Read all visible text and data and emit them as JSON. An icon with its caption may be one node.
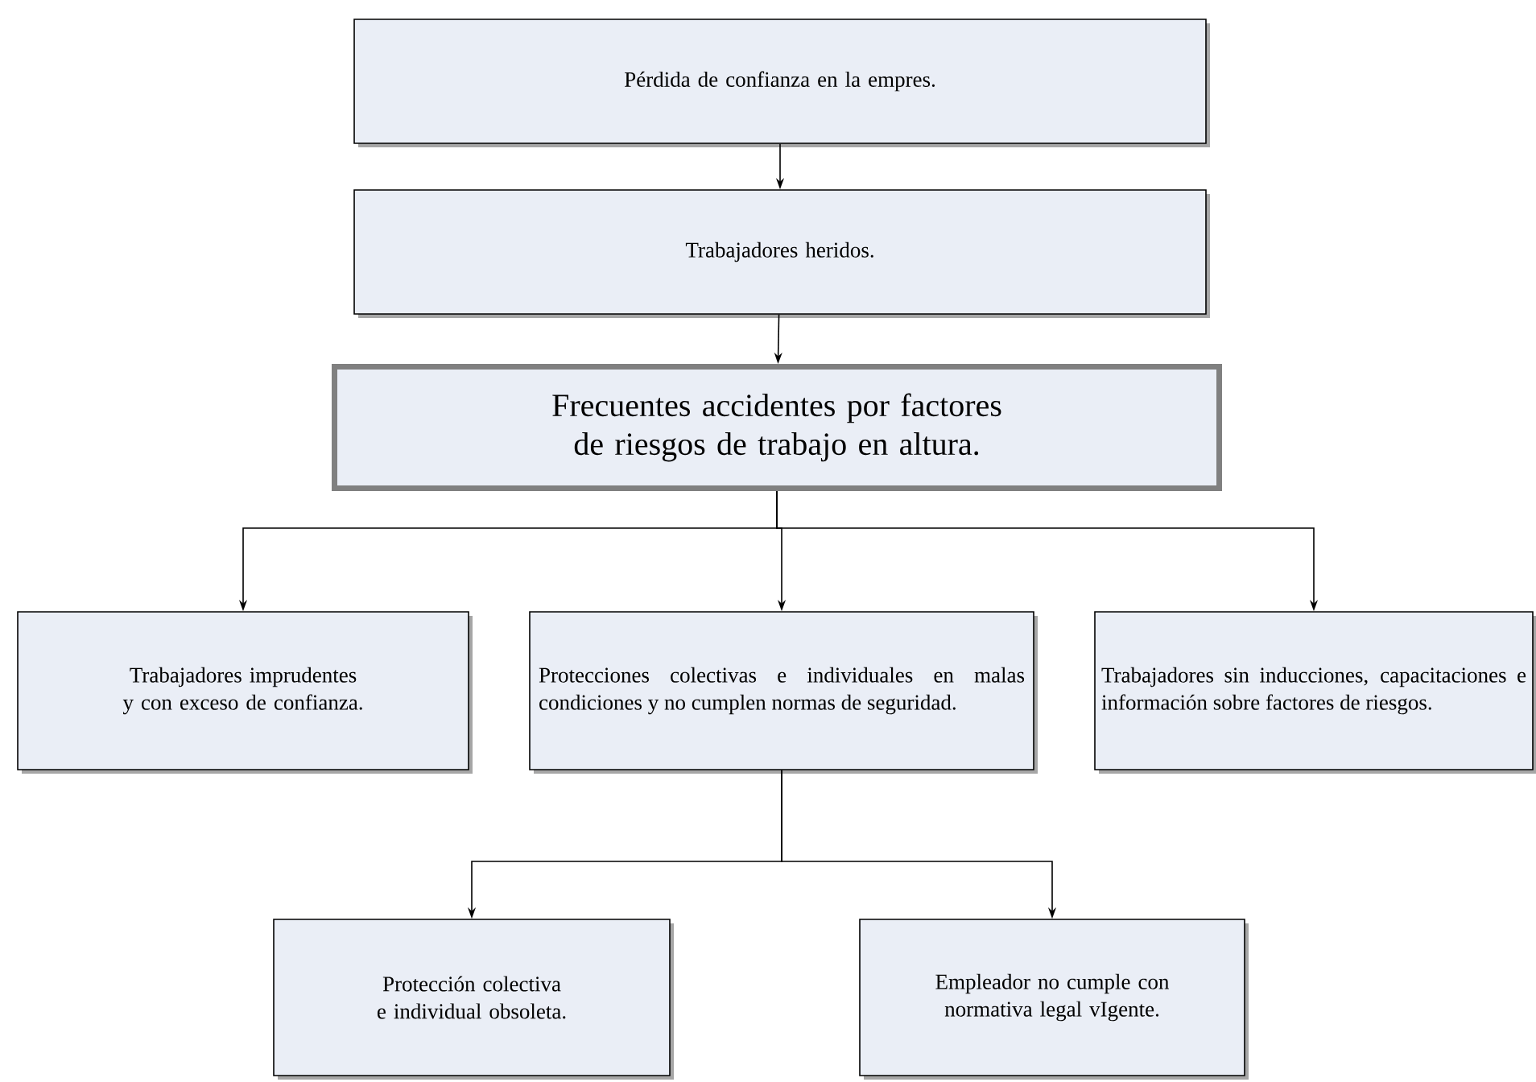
{
  "diagram": {
    "nodes": [
      {
        "text": [
          "Pérdida de confianza en la empres."
        ]
      },
      {
        "text": [
          "Trabajadores heridos."
        ]
      },
      {
        "text": [
          "Frecuentes accidentes por factores de riesgos de trabajo en altura."
        ]
      },
      {
        "text": [
          "Trabajadores imprudentes y con exceso de confianza."
        ]
      },
      {
        "text": [
          "Protecciones colectivas e individuales en malas condiciones y no cumplen normas de seguridad."
        ]
      },
      {
        "text": [
          "Trabajadores sin inducciones, capacitaciones e información sobre factores de riesgos."
        ]
      },
      {
        "text": [
          "Protección colectiva e individual obsoleta."
        ]
      },
      {
        "text": [
          "Empleador no cumple con normativa legal vIgente."
        ]
      }
    ],
    "edges": [
      {
        "from": 0,
        "to": 1,
        "arrow": "to"
      },
      {
        "from": 1,
        "to": 2,
        "arrow": "to"
      },
      {
        "from": 2,
        "to": 3,
        "arrow": "to"
      },
      {
        "from": 2,
        "to": 4,
        "arrow": "to"
      },
      {
        "from": 2,
        "to": 5,
        "arrow": "to"
      },
      {
        "from": 4,
        "to": 6,
        "arrow": "to"
      },
      {
        "from": 4,
        "to": 7,
        "arrow": "to"
      }
    ]
  }
}
